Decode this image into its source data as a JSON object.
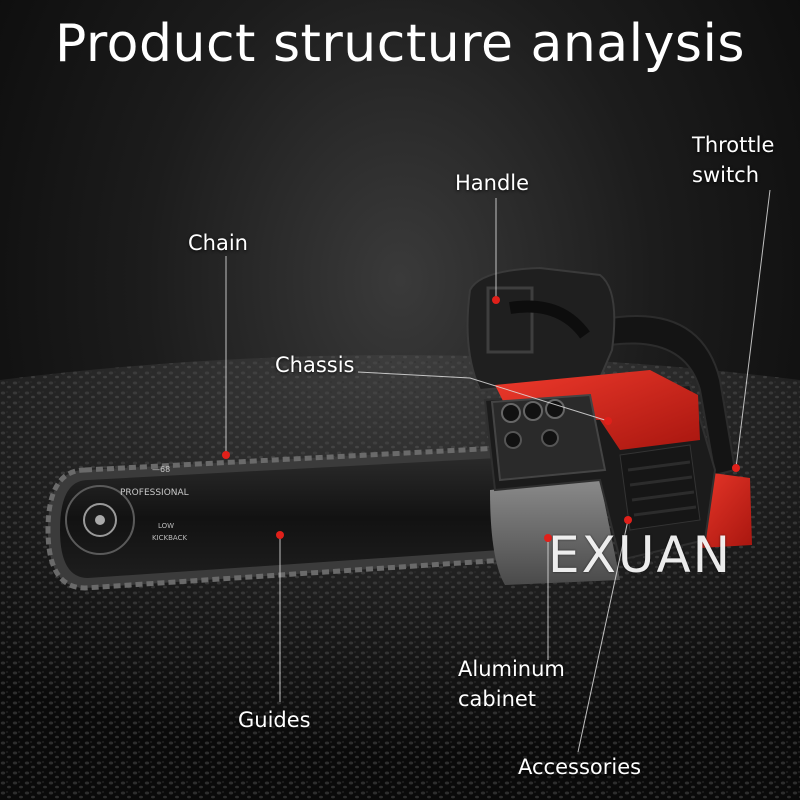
{
  "title": "Product structure analysis",
  "labels": {
    "handle": "Handle",
    "throttle_line1": "Throttle",
    "throttle_line2": "switch",
    "chain": "Chain",
    "chassis": "Chassis",
    "aluminum_line1": "Aluminum",
    "aluminum_line2": "cabinet",
    "guides": "Guides",
    "accessories": "Accessories"
  },
  "bar_text": {
    "brand": "PROFESSIONAL",
    "model": "—68",
    "kick1": "LOW",
    "kick2": "KICKBACK"
  },
  "watermark": "EXUAN",
  "colors": {
    "body_red": "#d8211d",
    "marker_red": "#e0201a",
    "guide_bar": "#141414"
  }
}
